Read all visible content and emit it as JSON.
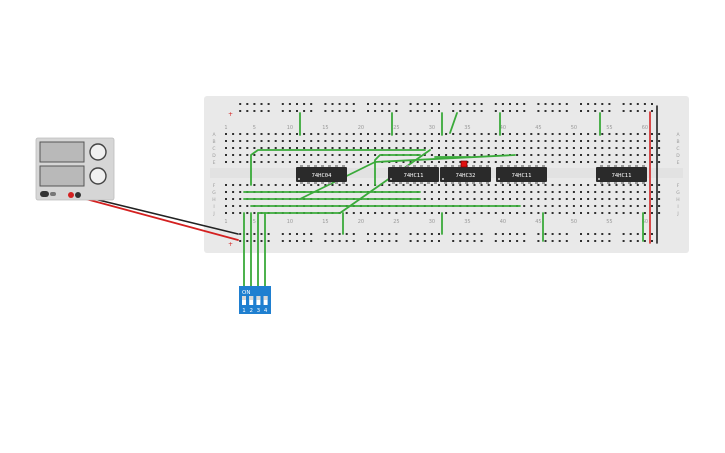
{
  "colors": {
    "canvas_bg": "#ffffff",
    "board": "#e9e9e9",
    "hole": "#2f2f2f",
    "wire_green": "#3aaa3a",
    "wire_red": "#d42020",
    "wire_black": "#222222",
    "ic_body": "#2a2a2a",
    "ic_text": "#ffffff",
    "dip_body": "#1f7fd0",
    "psu_body": "#d6d6d6",
    "led": "#e01010",
    "rail_red": "#d42020",
    "rail_black": "#222222"
  },
  "breadboard": {
    "column_numbers": [
      "1",
      "5",
      "10",
      "15",
      "20",
      "25",
      "30",
      "35",
      "40",
      "45",
      "50",
      "55",
      "60"
    ],
    "row_letters_top": [
      "A",
      "B",
      "C",
      "D",
      "E"
    ],
    "row_letters_bottom": [
      "F",
      "G",
      "H",
      "I",
      "J"
    ],
    "rail_plus": "+",
    "rail_minus": "-"
  },
  "chips": [
    {
      "id": "u1",
      "label": "74HC04"
    },
    {
      "id": "u2",
      "label": "74HC11"
    },
    {
      "id": "u3",
      "label": "74HC32"
    },
    {
      "id": "u4",
      "label": "74HC11"
    },
    {
      "id": "u5",
      "label": "74HC11"
    }
  ],
  "dip_switch": {
    "label": "ON",
    "positions": [
      "1",
      "2",
      "3",
      "4"
    ]
  },
  "power_supply": {
    "name": "power-supply"
  },
  "led": {
    "name": "output-led"
  }
}
